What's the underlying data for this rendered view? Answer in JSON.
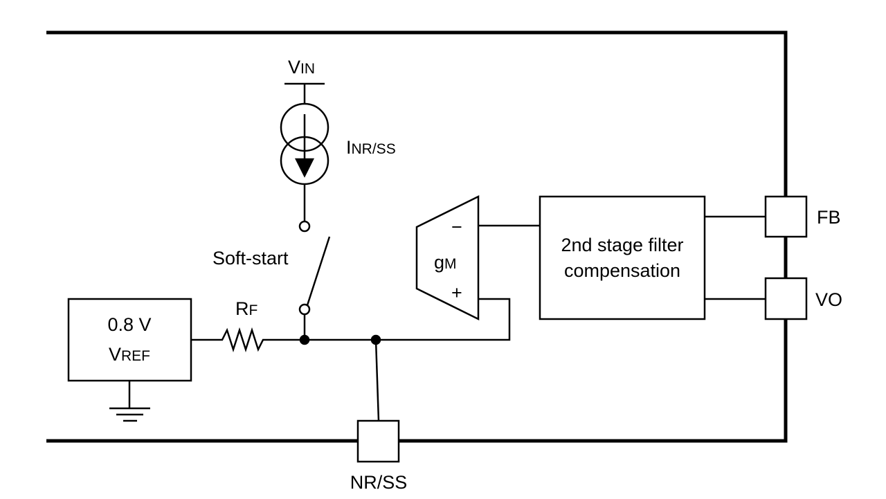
{
  "diagram": {
    "type": "block-schematic",
    "colors": {
      "line": "#000000",
      "background": "#ffffff"
    },
    "supply": {
      "label_main": "V",
      "label_sub": "IN"
    },
    "current_source": {
      "label_main": "I",
      "label_sub": "NR/SS"
    },
    "switch": {
      "label": "Soft-start"
    },
    "resistor": {
      "label_main": "R",
      "label_sub": "F"
    },
    "reference": {
      "line1": "0.8 V",
      "line2_main": "V",
      "line2_sub": "REF"
    },
    "amplifier": {
      "label_main": "g",
      "label_sub": "M",
      "minus": "−",
      "plus": "+"
    },
    "filter_block": {
      "line1": "2nd stage filter",
      "line2": "compensation"
    },
    "pins": [
      {
        "id": "FB",
        "label": "FB"
      },
      {
        "id": "VO",
        "label": "VO"
      },
      {
        "id": "NRSS",
        "label": "NR/SS"
      }
    ]
  }
}
